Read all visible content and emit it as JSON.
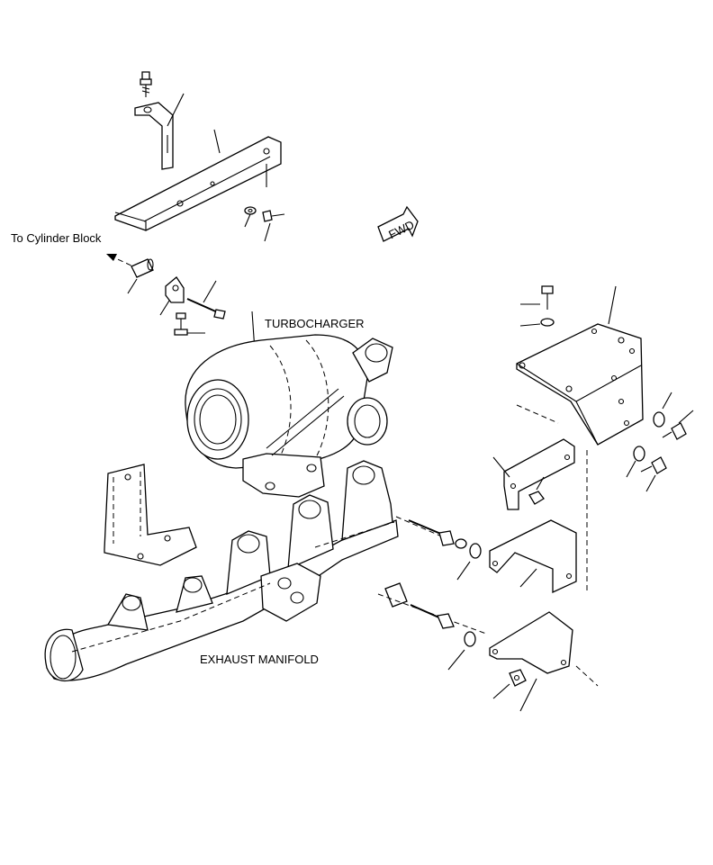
{
  "labels": {
    "to_cylinder_block": "To Cylinder Block",
    "turbocharger": "TURBOCHARGER",
    "exhaust_manifold": "EXHAUST MANIFOLD",
    "fwd": "FWD"
  }
}
